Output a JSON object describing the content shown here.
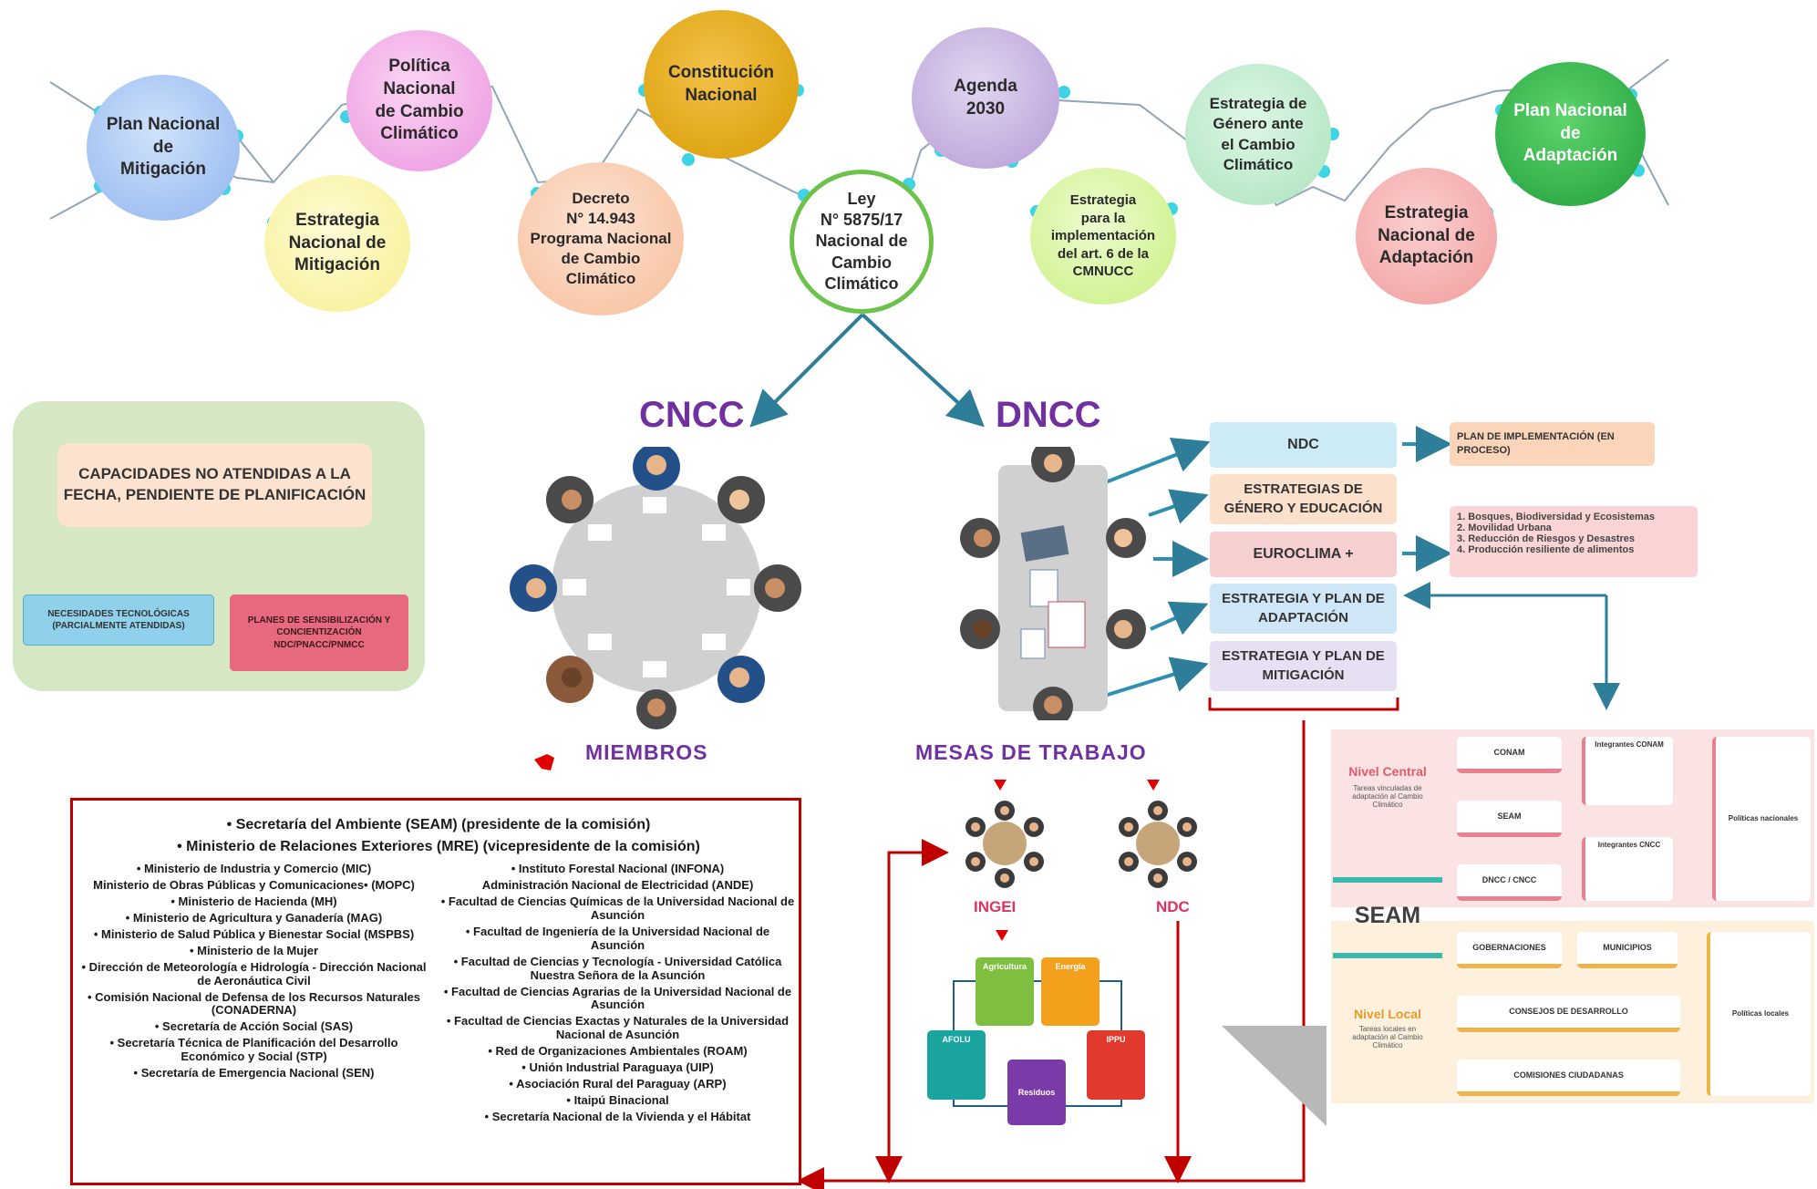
{
  "timeline": {
    "plan_mitigacion": "Plan Nacional\nde\nMitigación",
    "politica": "Política\nNacional\nde Cambio\nClimático",
    "estrategia_mitigacion": "Estrategia\nNacional de\nMitigación",
    "constitucion": "Constitución\nNacional",
    "decreto": "Decreto\nN° 14.943\nPrograma Nacional\nde Cambio\nClimático",
    "ley": "Ley\nN° 5875/17\nNacional de\nCambio\nClimático",
    "agenda": "Agenda\n2030",
    "estrategia_art6": "Estrategia\npara la\nimplementación\ndel art. 6 de la\nCMNUCC",
    "estrategia_genero": "Estrategia de\nGénero ante\nel Cambio\nClimático",
    "estrategia_adaptacion": "Estrategia\nNacional de\nAdaptación",
    "plan_adaptacion": "Plan Nacional\nde\nAdaptación"
  },
  "capacidades": {
    "title": "CAPACIDADES NO ATENDIDAS A LA FECHA, PENDIENTE DE PLANIFICACIÓN",
    "left": "NECESIDADES TECNOLÓGICAS (PARCIALMENTE ATENDIDAS)",
    "right": "PLANES DE SENSIBILIZACIÓN Y CONCIENTIZACIÓN NDC/PNACC/PNMCC"
  },
  "labels": {
    "cncc": "CNCC",
    "dncc": "DNCC",
    "miembros": "MIEMBROS",
    "mesas": "MESAS DE TRABAJO",
    "ingei": "INGEI",
    "ndc_small": "NDC",
    "seam": "SEAM"
  },
  "dncc_boxes": {
    "ndc": "NDC",
    "genero": "ESTRATEGIAS DE GÉNERO Y EDUCACIÓN",
    "euroclima": "EUROCLIMA +",
    "adaptacion": "ESTRATEGIA Y PLAN DE ADAPTACIÓN",
    "mitigacion": "ESTRATEGIA Y PLAN DE MITIGACIÓN",
    "plan_impl": "PLAN DE IMPLEMENTACIÓN (EN PROCESO)",
    "euro_list": [
      "1. Bosques, Biodiversidad y Ecosistemas",
      "2. Movilidad Urbana",
      "3. Reducción de Riesgos y Desastres",
      "4. Producción resiliente de alimentos"
    ]
  },
  "ingei": {
    "agricultura": "Agricultura",
    "energia": "Energía",
    "afolu": "AFOLU",
    "residuos": "Residuos",
    "ippu": "IPPU"
  },
  "seam_panel": {
    "nivel_central": "Nivel Central",
    "nivel_central_sub": "Tareas vinculadas de adaptación al Cambio Climático",
    "nivel_local": "Nivel Local",
    "nivel_local_sub": "Tareas locales en adaptación al Cambio Climático",
    "conapi": "CONAM",
    "seam_box": "SEAM",
    "oncc": "DNCC / CNCC",
    "gobernaciones": "GOBERNACIONES",
    "municipios": "MUNICIPIOS",
    "consejos": "CONSEJOS DE DESARROLLO",
    "comisiones": "COMISIONES CIUDADANAS",
    "integrantes_conam": "Integrantes CONAM",
    "integrantes_cncc": "Integrantes CNCC",
    "politicas_nac": "Políticas nacionales",
    "politicas_loc": "Políticas locales"
  },
  "members": {
    "top1": "• Secretaría del Ambiente (SEAM) (presidente de la comisión)",
    "top2": "• Ministerio de Relaciones Exteriores (MRE) (vicepresidente de la comisión)",
    "left": [
      "• Ministerio de Industria y Comercio (MIC)",
      "Ministerio de Obras Públicas y Comunicaciones• (MOPC)",
      "• Ministerio de Hacienda (MH)",
      "• Ministerio de Agricultura y Ganadería (MAG)",
      "• Ministerio de Salud Pública y Bienestar Social (MSPBS)",
      "• Ministerio de la Mujer",
      "• Dirección de Meteorología e Hidrología - Dirección Nacional de Aeronáutica Civil",
      "• Comisión Nacional de Defensa de los Recursos Naturales (CONADERNA)",
      "• Secretaría de Acción Social (SAS)",
      "• Secretaría Técnica de Planificación del Desarrollo Económico y Social (STP)",
      "• Secretaría de Emergencia Nacional (SEN)"
    ],
    "right": [
      "• Instituto Forestal Nacional (INFONA)",
      "Administración Nacional de Electricidad (ANDE)",
      "• Facultad de Ciencias Químicas de la Universidad Nacional de Asunción",
      "• Facultad de Ingeniería de la Universidad Nacional de Asunción",
      "• Facultad de Ciencias y Tecnología - Universidad Católica Nuestra Señora de la Asunción",
      "• Facultad de Ciencias Agrarias de la Universidad Nacional de Asunción",
      "• Facultad de Ciencias Exactas y Naturales de la Universidad Nacional de Asunción",
      "• Red de Organizaciones Ambientales (ROAM)",
      "• Unión Industrial Paraguaya (UIP)",
      "• Asociación Rural del Paraguay (ARP)",
      "• Itaipú Binacional",
      "• Secretaría Nacional de la Vivienda y el Hábitat"
    ]
  }
}
